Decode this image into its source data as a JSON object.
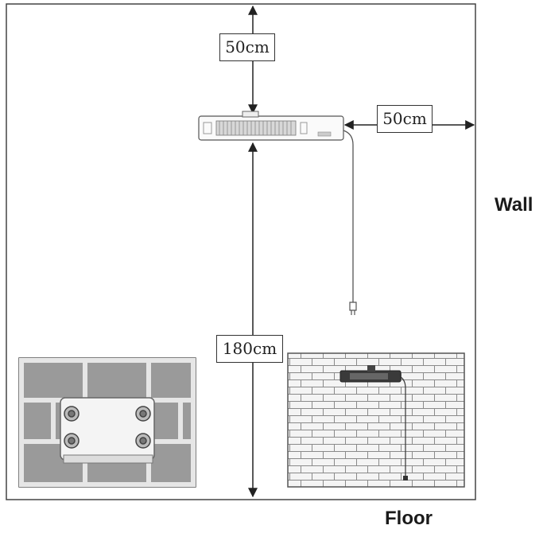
{
  "diagram": {
    "clearance_top": "50cm",
    "clearance_side": "50cm",
    "mount_height": "180cm",
    "wall_label": "Wall",
    "floor_label": "Floor"
  },
  "colors": {
    "line": "#333333",
    "brick_fill": "#9a9a9a",
    "mortar": "#e8e8e8",
    "panel_bg": "#ffffff"
  }
}
